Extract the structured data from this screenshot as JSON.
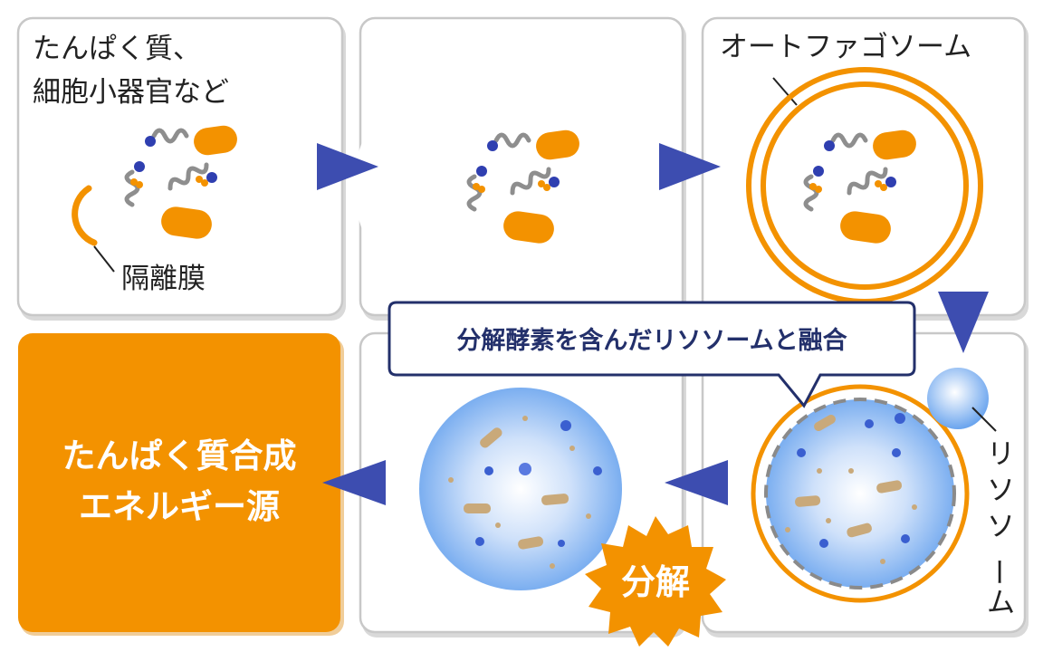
{
  "labels": {
    "target": "たんぱく質、細胞小器官など",
    "target_line1": "たんぱく質、",
    "target_line2": "細胞小器官など",
    "isolation_membrane": "隔離膜",
    "autophagosome": "オートファゴソーム",
    "lysosome": "リソソーム",
    "lysosome_chars": [
      "リ",
      "ソ",
      "ソ",
      "ー",
      "ム"
    ],
    "fusion": "分解酵素を含んだリソソームと融合",
    "degradation": "分解",
    "result_line1": "たんぱく質合成",
    "result_line2": "エネルギー源"
  },
  "colors": {
    "membrane": "#f39200",
    "arrow": "#3d4db0",
    "result_bg": "#f39200",
    "callout_text": "#23306b",
    "lysosome": "#5b9bea"
  },
  "steps": [
    "target",
    "isolation-membrane-wrap",
    "autophagosome",
    "fusion-with-lysosome",
    "degradation",
    "recycle"
  ]
}
